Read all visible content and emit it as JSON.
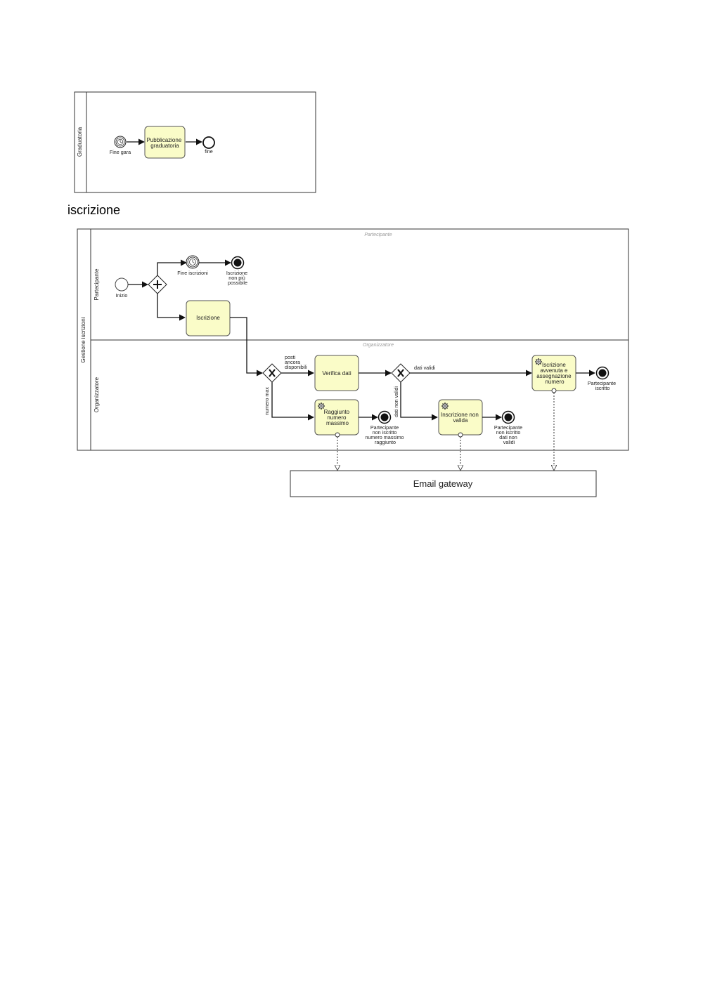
{
  "section_heading": "iscrizione",
  "diagram1": {
    "pool_label": "Graduatoria",
    "start_event": "Fine gara",
    "task": [
      "Pubblicazione",
      "graduatoria"
    ],
    "end_event": "fine"
  },
  "diagram2": {
    "pool_label": "Gestione iscrizioni",
    "lane_partecipante": "Partecipante",
    "lane_organizzatore": "Organizzatore",
    "ghost_partecipante": "Partecipante",
    "ghost_organizzatore": "Organizzatore",
    "start_event": "Inizio",
    "timer_event": "Fine iscrizioni",
    "end_non_possibile": [
      "Iscrizione",
      "non più",
      "possibile"
    ],
    "task_iscrizione": "Iscrizione",
    "flow_posti": [
      "posti",
      "ancora",
      "disponibili"
    ],
    "flow_numero_max": "numero max",
    "task_verifica": "Verifica dati",
    "flow_dati_validi": "dati validi",
    "flow_dati_non_validi": "dati non validi",
    "task_raggiunto": [
      "Raggiunto",
      "numero",
      "massimo"
    ],
    "end_max": [
      "Partecipante",
      "non iscritto",
      "numero massimo",
      "raggiunto"
    ],
    "task_non_valida": [
      "Inscrizione non",
      "valida"
    ],
    "end_non_validi": [
      "Partecipante",
      "non iscritto",
      "dati non",
      "validi"
    ],
    "task_avvenuta": [
      "Iscrizione",
      "avvenuta e",
      "assegnazione",
      "numero"
    ],
    "end_iscritto": [
      "Partecipante",
      "iscritto"
    ],
    "email_gateway": "Email gateway"
  },
  "colors": {
    "task_fill": "#fafcc8",
    "stroke": "#555555",
    "ghost_label": "#9a9a9a"
  },
  "icons": [
    "timer-icon",
    "gear-icon",
    "parallel-gateway-icon",
    "exclusive-gateway-icon"
  ]
}
